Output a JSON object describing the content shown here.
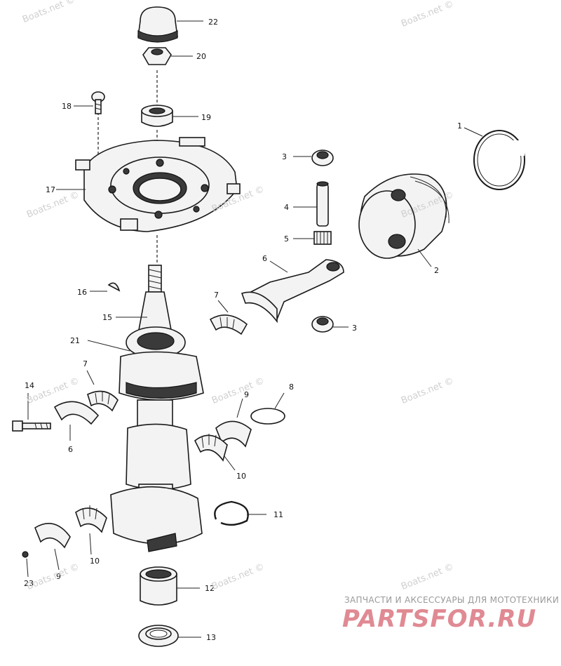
{
  "watermark": "Boats.net ©",
  "brand": {
    "subtitle": "ЗАПЧАСТИ И АКСЕССУАРЫ ДЛЯ МОТОТЕХНИКИ",
    "logo": "PARTSFOR.RU"
  },
  "callouts": {
    "c1": "1",
    "c2": "2",
    "c3a": "3",
    "c3b": "3",
    "c4": "4",
    "c5": "5",
    "c6a": "6",
    "c6b": "6",
    "c7a": "7",
    "c7b": "7",
    "c8": "8",
    "c9a": "9",
    "c9b": "9",
    "c10a": "10",
    "c10b": "10",
    "c11": "11",
    "c12": "12",
    "c13": "13",
    "c14": "14",
    "c15": "15",
    "c16": "16",
    "c17": "17",
    "c18": "18",
    "c19": "19",
    "c20": "20",
    "c21": "21",
    "c22": "22",
    "c23": "23"
  }
}
